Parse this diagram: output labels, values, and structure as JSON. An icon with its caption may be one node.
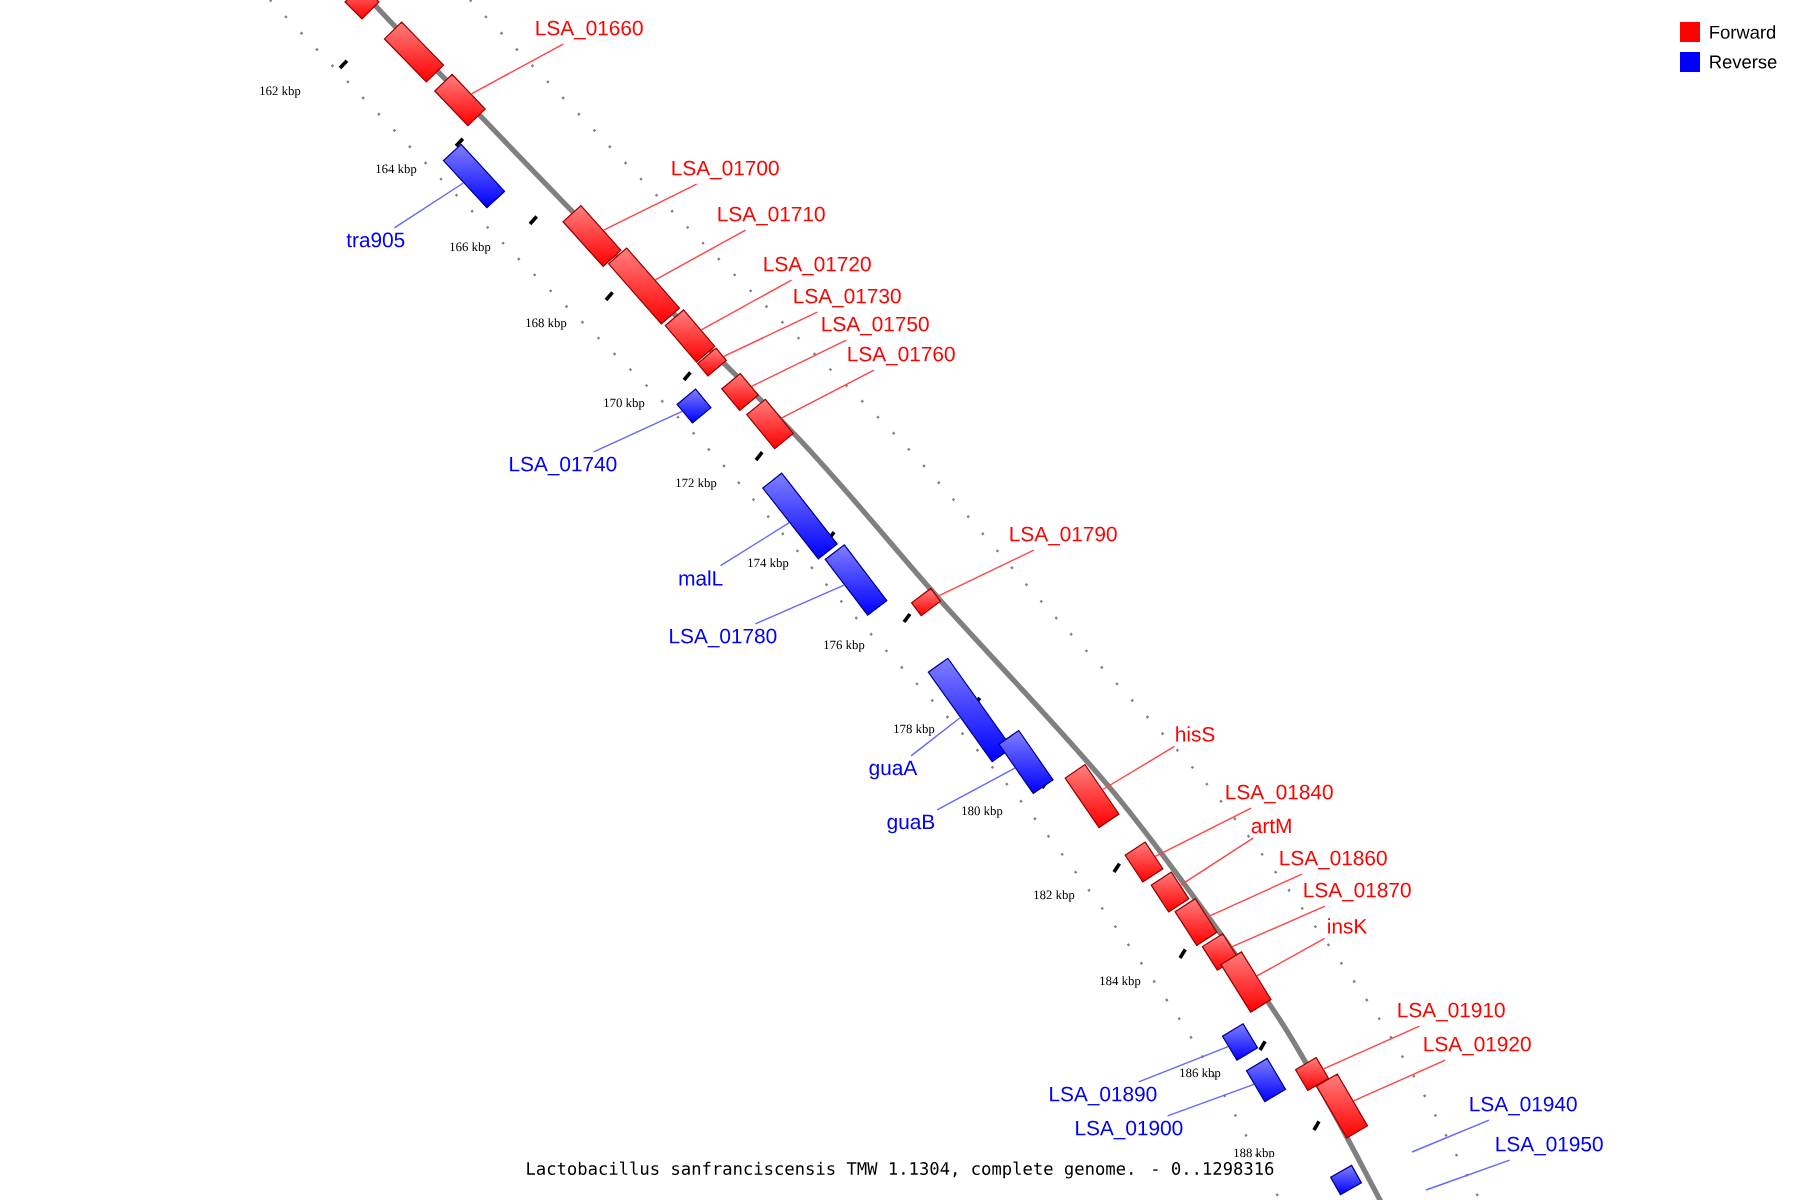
{
  "diagram": {
    "caption": "Lactobacillus sanfranciscensis TMW 1.1304, complete genome. - 0..1298316",
    "nodes": [
      {
        "text": [],
        "shape": "bar"
      },
      {
        "text": [],
        "shape": "bar"
      },
      {
        "text": [
          "LSA_01660"
        ]
      },
      {
        "text": [],
        "shape": "bar"
      },
      {
        "text": [
          "tra905"
        ]
      },
      {
        "text": [],
        "shape": "bar"
      },
      {
        "text": [
          "LSA_01700"
        ]
      },
      {
        "text": [],
        "shape": "bar"
      },
      {
        "text": [
          "LSA_01710"
        ]
      },
      {
        "text": [],
        "shape": "bar"
      },
      {
        "text": [
          "LSA_01720"
        ]
      },
      {
        "text": [],
        "shape": "bar"
      },
      {
        "text": [
          "LSA_01730"
        ]
      },
      {
        "text": [],
        "shape": "bar"
      },
      {
        "text": [
          "LSA_01750"
        ]
      },
      {
        "text": [],
        "shape": "bar"
      },
      {
        "text": [
          "LSA_01760"
        ]
      },
      {
        "text": [],
        "shape": "bar"
      },
      {
        "text": [
          "LSA_01740"
        ]
      },
      {
        "text": [],
        "shape": "bar"
      },
      {
        "text": [
          "malL"
        ]
      },
      {
        "text": [],
        "shape": "bar"
      },
      {
        "text": [
          "LSA_01790"
        ]
      },
      {
        "text": [],
        "shape": "bar"
      },
      {
        "text": [
          "LSA_01780"
        ]
      },
      {
        "text": [],
        "shape": "bar"
      },
      {
        "text": [
          "guaA"
        ]
      },
      {
        "text": [],
        "shape": "bar"
      },
      {
        "text": [
          "guaB"
        ]
      },
      {
        "text": [],
        "shape": "bar"
      },
      {
        "text": [
          "hisS"
        ]
      },
      {
        "text": [],
        "shape": "bar"
      },
      {
        "text": [
          "LSA_01840"
        ]
      },
      {
        "text": [],
        "shape": "bar"
      },
      {
        "text": [
          "artM"
        ]
      },
      {
        "text": [],
        "shape": "bar"
      },
      {
        "text": [
          "LSA_01860"
        ]
      },
      {
        "text": [],
        "shape": "bar"
      },
      {
        "text": [
          "LSA_01870"
        ]
      },
      {
        "text": [],
        "shape": "bar"
      },
      {
        "text": [
          "insK"
        ]
      },
      {
        "text": [],
        "shape": "bar"
      },
      {
        "text": [
          "LSA_01910"
        ]
      },
      {
        "text": [],
        "shape": "bar"
      },
      {
        "text": [
          "LSA_01920"
        ]
      },
      {
        "text": [],
        "shape": "bar"
      },
      {
        "text": [
          "LSA_01890"
        ]
      },
      {
        "text": [],
        "shape": "bar"
      },
      {
        "text": [
          "LSA_01900"
        ]
      },
      {
        "text": [],
        "shape": "bar"
      },
      {
        "text": [
          "LSA_01940"
        ]
      },
      {
        "text": [
          "LSA_01950"
        ]
      },
      {
        "text": [],
        "shape": "bar"
      }
    ],
    "edges": [
      {
        "from": 2,
        "to": 3,
        "arrow": "none"
      },
      {
        "from": 4,
        "to": 5,
        "arrow": "none",
        "color": "#6666ff"
      },
      {
        "from": 6,
        "to": 7,
        "arrow": "none"
      },
      {
        "from": 8,
        "to": 9,
        "arrow": "none"
      },
      {
        "from": 10,
        "to": 11,
        "arrow": "none"
      },
      {
        "from": 12,
        "to": 13,
        "arrow": "none"
      },
      {
        "from": 14,
        "to": 15,
        "arrow": "none"
      },
      {
        "from": 16,
        "to": 17,
        "arrow": "none"
      },
      {
        "from": 18,
        "to": 19,
        "arrow": "none",
        "color": "#6666ff"
      },
      {
        "from": 20,
        "to": 21,
        "arrow": "none",
        "color": "#6666ff"
      },
      {
        "from": 22,
        "to": 23,
        "arrow": "none"
      },
      {
        "from": 24,
        "to": 25,
        "arrow": "none",
        "color": "#6666ff"
      },
      {
        "from": 26,
        "to": 27,
        "arrow": "none",
        "color": "#6666ff"
      },
      {
        "from": 28,
        "to": 29,
        "arrow": "none",
        "color": "#6666ff"
      },
      {
        "from": 30,
        "to": 31,
        "arrow": "none"
      },
      {
        "from": 32,
        "to": 33,
        "arrow": "none"
      },
      {
        "from": 34,
        "to": 35,
        "arrow": "none"
      },
      {
        "from": 36,
        "to": 37,
        "arrow": "none"
      },
      {
        "from": 38,
        "to": 39,
        "arrow": "none"
      },
      {
        "from": 40,
        "to": 41,
        "arrow": "none"
      },
      {
        "from": 42,
        "to": 43,
        "arrow": "none"
      },
      {
        "from": 44,
        "to": 45,
        "arrow": "none"
      },
      {
        "from": 46,
        "to": 47,
        "arrow": "none",
        "color": "#6666ff"
      },
      {
        "from": 48,
        "to": 49,
        "arrow": "none",
        "color": "#6666ff"
      },
      {
        "from": 50,
        "to": null,
        "arrow": "none",
        "color": "#6666ff"
      },
      {
        "from": 51,
        "to": null,
        "arrow": "none",
        "color": "#6666ff"
      }
    ],
    "labels": [
      "162 kbp",
      "164 kbp",
      "166 kbp",
      "168 kbp",
      "170 kbp",
      "172 kbp",
      "174 kbp",
      "176 kbp",
      "178 kbp",
      "180 kbp",
      "182 kbp",
      "184 kbp",
      "186 kbp",
      "188 kbp"
    ],
    "legend": [
      {
        "text": "Forward",
        "color": "#ff0000"
      },
      {
        "text": "Reverse",
        "color": "#0000ff"
      }
    ]
  }
}
